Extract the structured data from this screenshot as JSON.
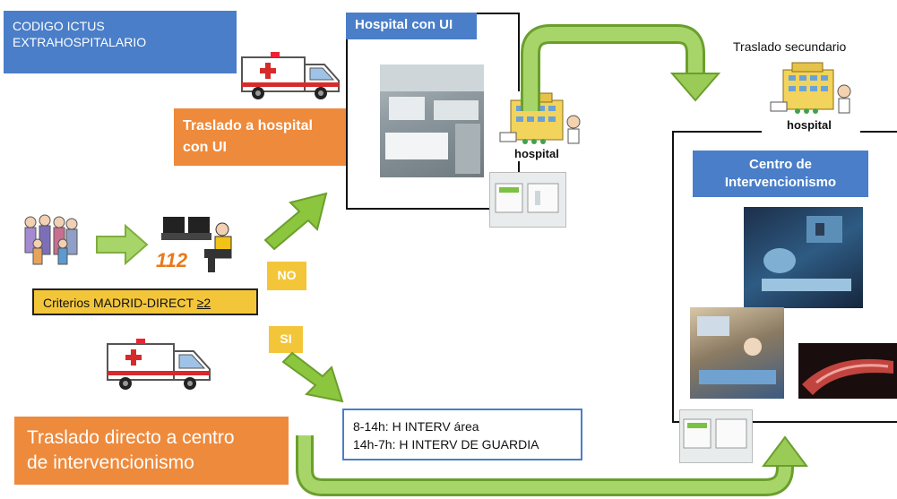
{
  "title_box": {
    "text": "CODIGO ICTUS\nEXTRAHOSPITALARIO",
    "line1": "CODIGO ICTUS",
    "line2": "EXTRAHOSPITALARIO"
  },
  "hospital_ui": {
    "label": "Hospital con UI",
    "building_label": "hospital"
  },
  "traslado_hospital": {
    "line1": "Traslado a hospital",
    "line2": "con UI"
  },
  "traslado_secundario": {
    "label": "Traslado secundario",
    "building_label": "hospital"
  },
  "centro": {
    "line1": "Centro de",
    "line2": "Intervencionismo"
  },
  "criterios": {
    "text": "Criterios  MADRID-DIRECT ",
    "threshold": "≥2"
  },
  "decision": {
    "no_label": "NO",
    "si_label": "SI"
  },
  "emergency": {
    "number": "112"
  },
  "schedule": {
    "line1": "8-14h: H INTERV área",
    "line2": "14h-7h: H INTERV DE GUARDIA"
  },
  "traslado_directo": {
    "line1": "Traslado directo a centro",
    "line2": "de intervencionismo"
  },
  "colors": {
    "blue": "#4a7ec8",
    "orange": "#ee8a3c",
    "yellow": "#f3c63a",
    "green_arrow": "#8cc63f"
  }
}
